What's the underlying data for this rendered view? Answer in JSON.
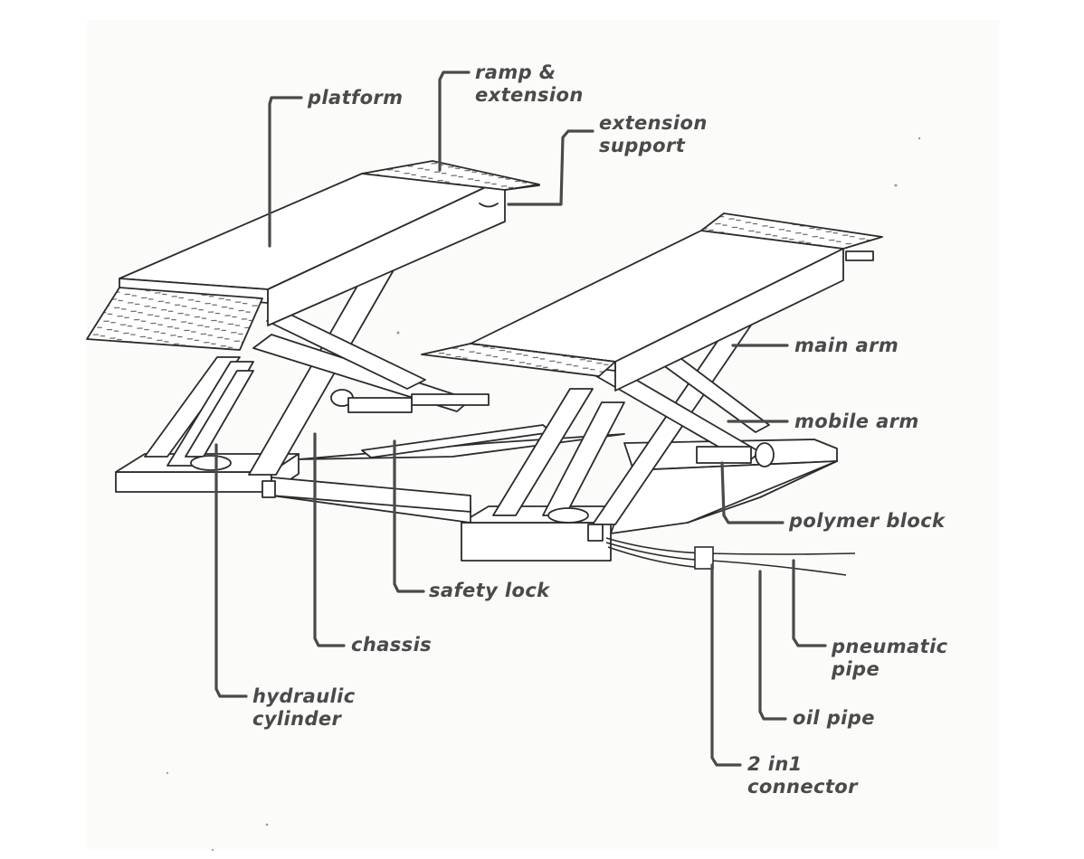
{
  "diagram": {
    "subject": "scissor lift",
    "labels": {
      "platform": "platform",
      "ramp_extension": "ramp &\nextension",
      "extension_support": "extension\nsupport",
      "main_arm": "main arm",
      "mobile_arm": "mobile arm",
      "polymer_block": "polymer block",
      "safety_lock": "safety lock",
      "chassis": "chassis",
      "hydraulic_cylinder": "hydraulic\ncylinder",
      "pneumatic_pipe": "pneumatic\npipe",
      "oil_pipe": "oil pipe",
      "connector": "2 in1\nconnector"
    },
    "colors": {
      "line": "#2b2b2b",
      "leader": "#4a4a4a",
      "label": "#4a4a4a",
      "paper": "#fbfbfa",
      "fill": "#ffffff"
    }
  }
}
